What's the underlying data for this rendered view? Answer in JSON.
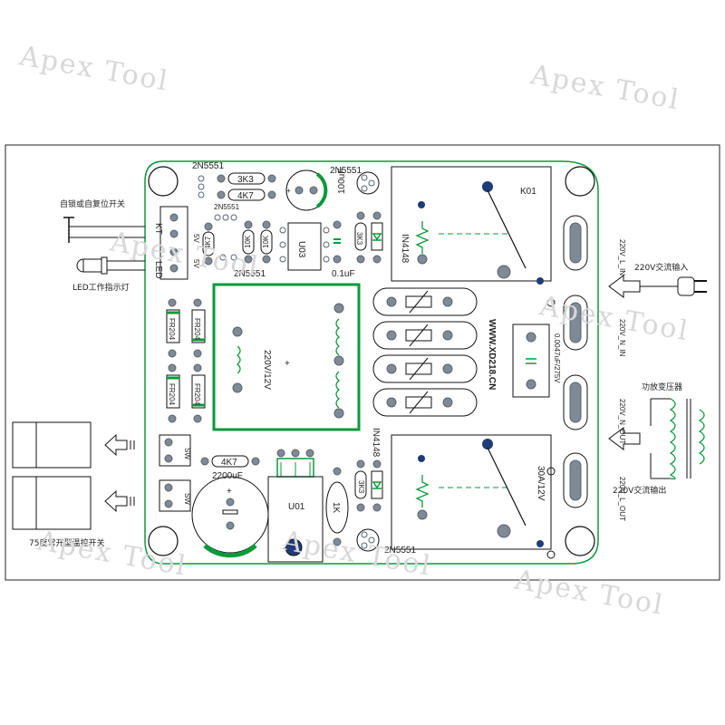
{
  "watermark": "Apex Tool",
  "labels": {
    "q_top_left": "2N5551",
    "q_mid_left": "2N5551",
    "q_bottom_left": "2N5551",
    "q_top_right": "2N5551",
    "q_bottom_right": "2N5551",
    "r_3k3_top": "3K3",
    "r_4k7_top": "4K7",
    "r_4k7_v": "4K7",
    "r_10k_a": "10K",
    "r_10k_b": "10K",
    "r_3k3_v": "3K3",
    "r_3k3_v2": "3K3",
    "r_4k7_bottom": "4K7",
    "r_1k": "1K",
    "cap_100uf": "100uF",
    "cap_01uf": "0.1uF",
    "cap_2200uf": "2200uF",
    "cap_film": "0.0047uF/275V",
    "diode_top": "IN4148",
    "diode_bottom": "IN4148",
    "ic_u03": "U03",
    "ic_u01": "U01",
    "transformer": "220V/12V",
    "relay_top": "K01",
    "relay_bottom": "30A/12V",
    "website": "WWW.XD218.CN",
    "fr1": "FR204",
    "fr2": "FR204",
    "fr3": "FR204",
    "fr4": "FR204",
    "kt": "KT",
    "led": "LED",
    "v5a": "5V",
    "v5b": "5V",
    "sw1": "SW",
    "sw2": "SW",
    "l_in": "220V_L_IN",
    "n_in": "220V_N_IN",
    "n_out": "220V_N_OUT",
    "l_out": "220V_L_OUT"
  },
  "annotations": {
    "switch_label": "自锁或自复位开关",
    "led_label": "LED工作指示灯",
    "thermo_label": "75度常开型温控开关",
    "ac_in": "220V交流输入",
    "amp_transformer": "功放变压器",
    "ac_out": "220V交流输出"
  },
  "colors": {
    "pcb_outline": "#0a9a3a",
    "pad": "#7f8a95",
    "pad_blue": "#1f3c78",
    "watermark": "#d8d8d8"
  }
}
